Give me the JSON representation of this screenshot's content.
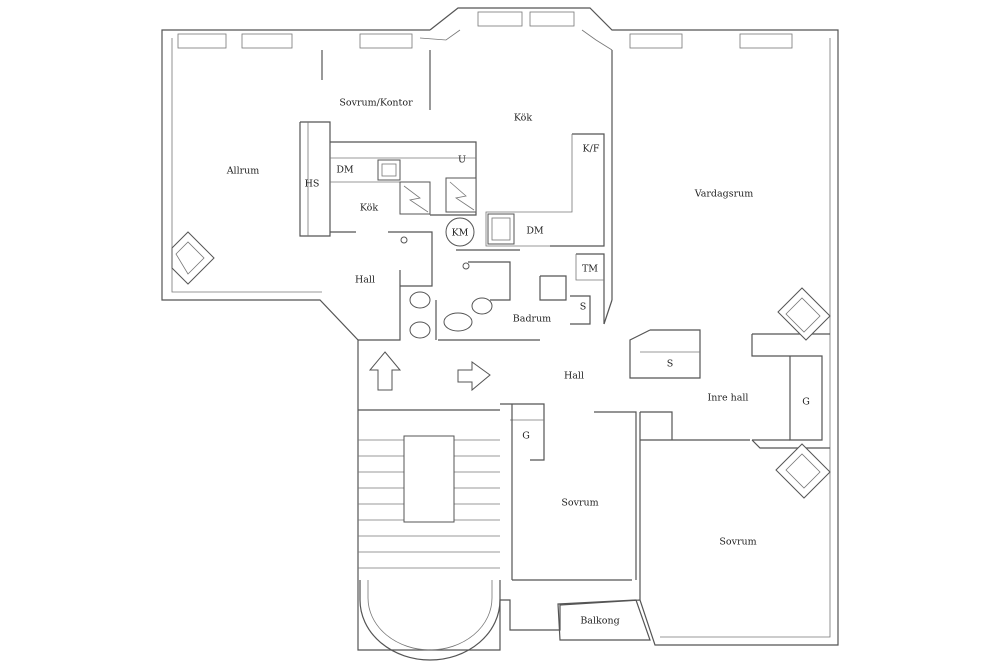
{
  "rooms": {
    "allrum": "Allrum",
    "sovrum_kontor": "Sovrum/Kontor",
    "kok_main": "Kök",
    "kok_small": "Kök",
    "vardagsrum": "Vardagsrum",
    "hall_left": "Hall",
    "hall_center": "Hall",
    "badrum": "Badrum",
    "inre_hall": "Inre hall",
    "sovrum_mid": "Sovrum",
    "sovrum_right": "Sovrum",
    "balkong": "Balkong"
  },
  "fixtures": {
    "hs": "HS",
    "dm_small": "DM",
    "dm_main": "DM",
    "u": "U",
    "kf": "K/F",
    "km": "KM",
    "tm": "TM",
    "s_small": "S",
    "s_inre": "S",
    "g_right": "G",
    "g_mid": "G"
  }
}
